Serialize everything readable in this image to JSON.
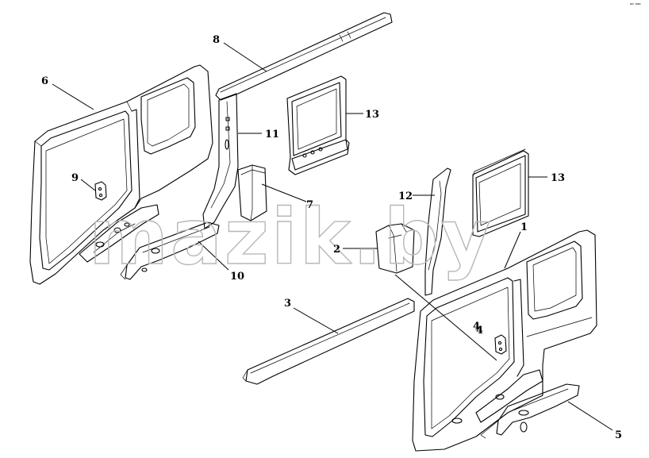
{
  "watermark": "mazik.by",
  "corner_mark": "ᵃᵃ ᵃᵃᵃ",
  "callouts": [
    {
      "id": "1",
      "label": "1"
    },
    {
      "id": "2",
      "label": "2"
    },
    {
      "id": "3",
      "label": "3"
    },
    {
      "id": "4a",
      "label": "4"
    },
    {
      "id": "4b",
      "label": "4"
    },
    {
      "id": "5",
      "label": "5"
    },
    {
      "id": "6",
      "label": "6"
    },
    {
      "id": "7",
      "label": "7"
    },
    {
      "id": "8",
      "label": "8"
    },
    {
      "id": "9",
      "label": "9"
    },
    {
      "id": "10",
      "label": "10"
    },
    {
      "id": "11",
      "label": "11"
    },
    {
      "id": "12",
      "label": "12"
    },
    {
      "id": "13a",
      "label": "13"
    },
    {
      "id": "13b",
      "label": "13"
    }
  ]
}
